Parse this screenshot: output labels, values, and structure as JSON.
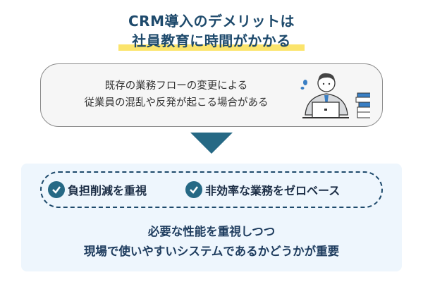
{
  "title": {
    "line1": "CRM導入のデメリットは",
    "line2": "社員教育に時間がかかる"
  },
  "problem": {
    "line1": "既存の業務フローの変更による",
    "line2": "従業員の混乱や反発が起こる場合がある"
  },
  "solution": {
    "checks": [
      {
        "label": "負担削減を重視"
      },
      {
        "label": "非効率な業務をゼロベース"
      }
    ],
    "line1": "必要な性能を重視しつつ",
    "line2": "現場で使いやすいシステムであるかどうかが重要"
  },
  "colors": {
    "accent": "#266985",
    "title": "#1e4a6c",
    "highlight": "#fbe46c",
    "panel": "#eef6fd"
  }
}
